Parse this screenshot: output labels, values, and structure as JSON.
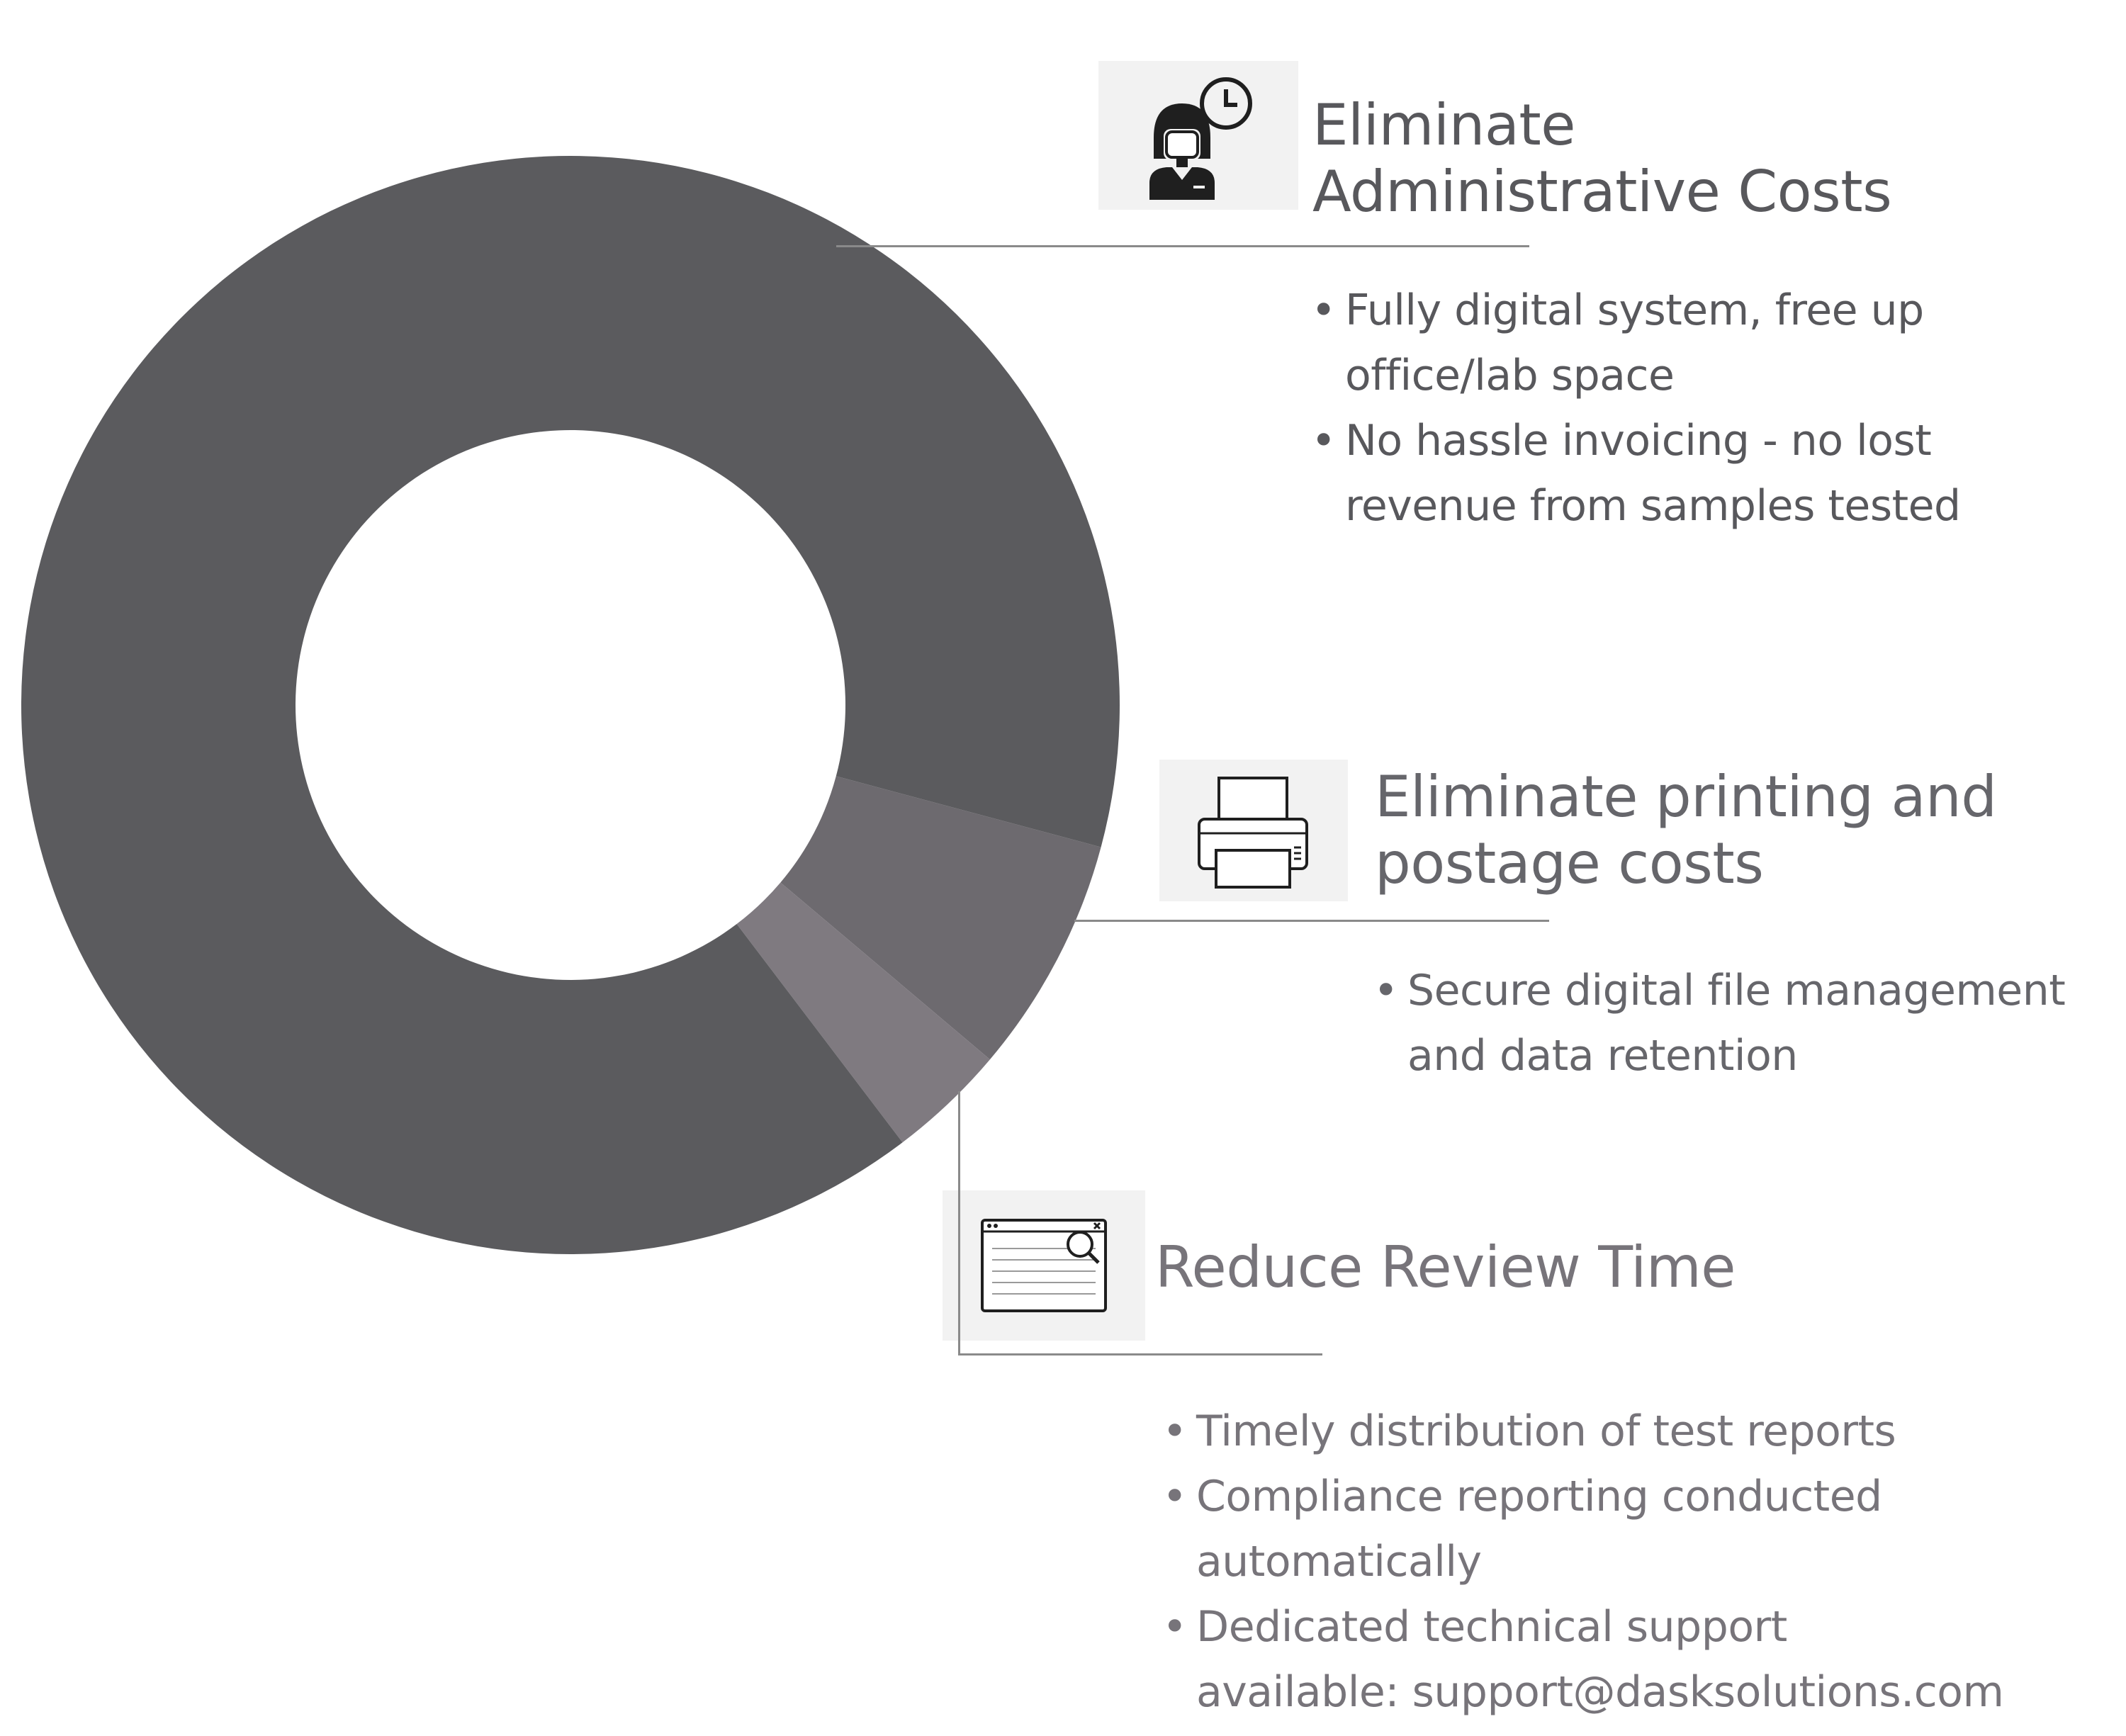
{
  "chart_data": {
    "type": "pie",
    "variant": "donut",
    "segments": [
      {
        "name": "Eliminate Administrative Costs",
        "value": 89.5,
        "color": "#5b5b5e"
      },
      {
        "name": "Eliminate printing and postage costs",
        "value": 7.0,
        "color": "#6d6a6f"
      },
      {
        "name": "Reduce Review Time",
        "value": 3.5,
        "color": "#7f7a80"
      }
    ]
  },
  "sections": [
    {
      "heading_line1": "Eliminate",
      "heading_line2": "Administrative Costs",
      "icon": "woman-clock-icon",
      "bullets": [
        {
          "line1": "Fully digital system, free up",
          "line2": "office/lab space"
        },
        {
          "line1": "No hassle invoicing - no lost",
          "line2": "revenue from samples tested"
        }
      ]
    },
    {
      "heading_line1": "Eliminate printing and",
      "heading_line2": "postage costs",
      "icon": "printer-icon",
      "bullets": [
        {
          "line1": "Secure digital file management",
          "line2": "and data retention"
        }
      ]
    },
    {
      "heading_line1": "Reduce Review Time",
      "icon": "browser-search-icon",
      "bullets": [
        {
          "line1": "Timely distribution of test reports"
        },
        {
          "line1": "Compliance reporting conducted",
          "line2": "automatically"
        },
        {
          "line1": "Dedicated technical support",
          "line2": "available: support@dasksolutions.com"
        }
      ]
    }
  ],
  "colors": {
    "text_dark": "#58585c",
    "text_mid": "#66666b",
    "text_light": "#77747a",
    "icon_bg": "#f2f2f2",
    "rule": "#8a8a8a"
  }
}
